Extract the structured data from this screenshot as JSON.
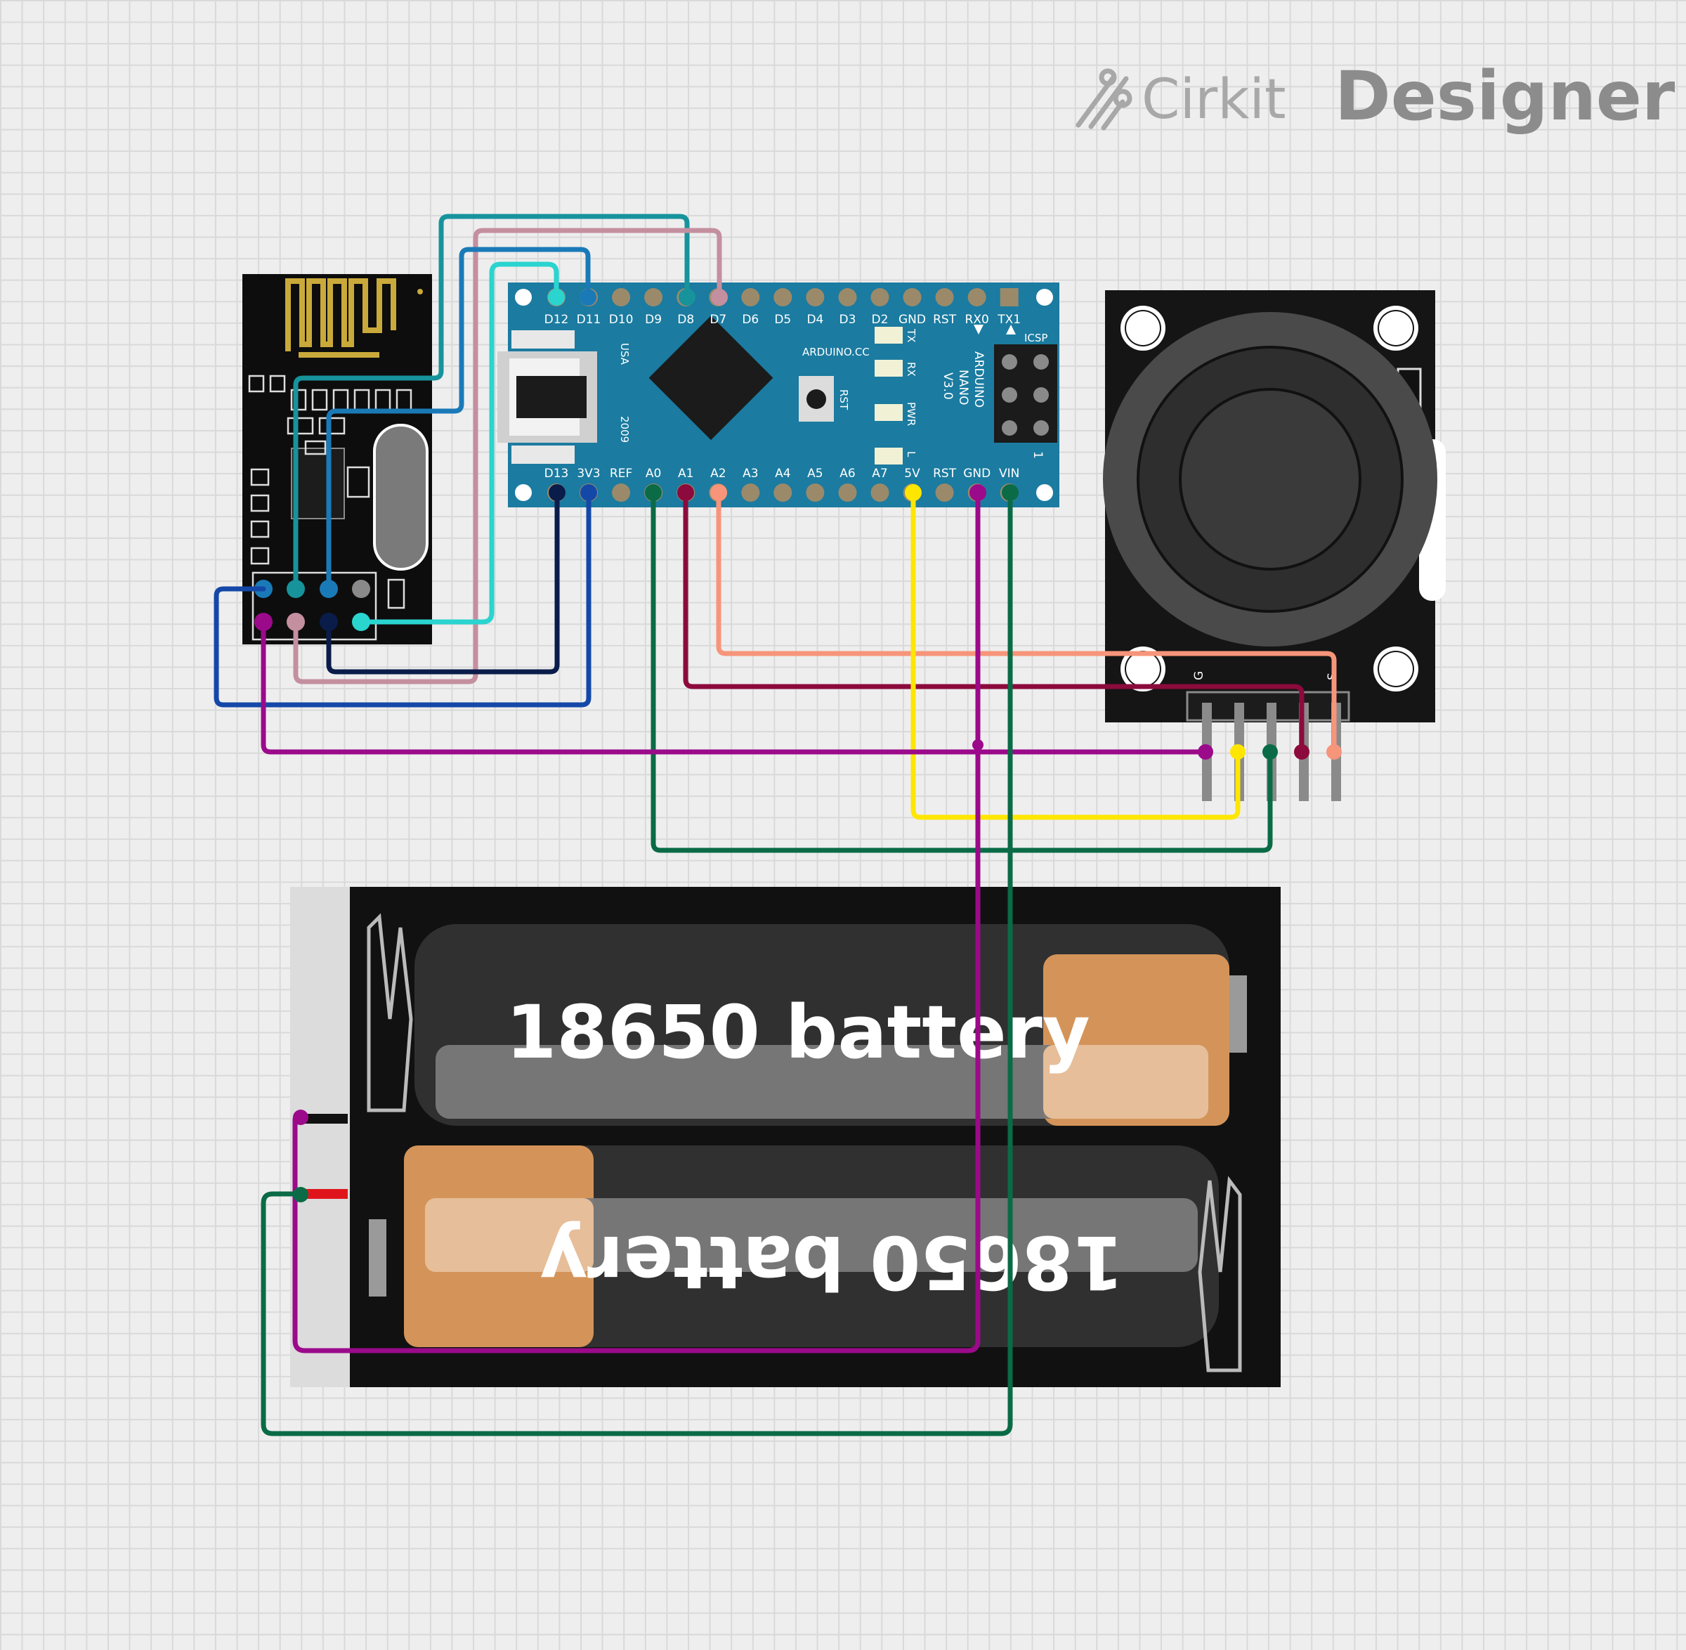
{
  "logo": {
    "word1": "Cirkit",
    "word2": "Designer",
    "icon": "cirkit-logo-icon"
  },
  "arduino": {
    "top_pins": [
      "D12",
      "D11",
      "D10",
      "D9",
      "D8",
      "D7",
      "D6",
      "D5",
      "D4",
      "D3",
      "D2",
      "GND",
      "RST",
      "RX0",
      "TX1"
    ],
    "bottom_pins": [
      "D13",
      "3V3",
      "REF",
      "A0",
      "A1",
      "A2",
      "A3",
      "A4",
      "A5",
      "A6",
      "A7",
      "5V",
      "RST",
      "GND",
      "VIN"
    ],
    "brand": "ARDUINO.CC",
    "model_line1": "ARDUINO",
    "model_line2": "NANO",
    "model_line3": "V3.0",
    "usa": "USA",
    "year": "2009",
    "rst_button": "RST",
    "led_tx": "TX",
    "led_rx": "RX",
    "led_pwr": "PWR",
    "led_l": "L",
    "icsp": "ICSP",
    "icsp_pin1": "1"
  },
  "battery": {
    "top_label": "18650 battery",
    "bottom_label": "18650 battery"
  },
  "joystick": {
    "pin_label_g": "G",
    "pin_label_s": "S"
  },
  "colors": {
    "teal": "#17939c",
    "mauve": "#c48f9f",
    "blue": "#1a7ab8",
    "cyan": "#2ad4cf",
    "navy": "#0a1c4a",
    "royal": "#1448a8",
    "green": "#0a6b46",
    "crimson": "#8c0a3c",
    "salmon": "#f7957a",
    "yellow": "#ffe600",
    "purple": "#9b0a8a",
    "arduino_board": "#1b7ba0"
  }
}
